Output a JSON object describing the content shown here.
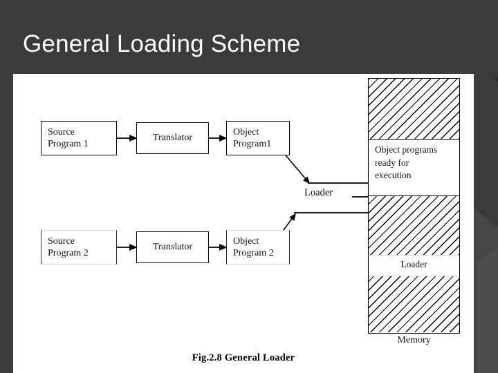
{
  "slide": {
    "title": "General Loading Scheme",
    "background_color": "#3b3b3b",
    "title_color": "#ffffff",
    "panel_color": "#ffffff"
  },
  "diagram": {
    "caption": "Fig.2.8 General Loader",
    "loader_line_label": "Loader",
    "nodes": [
      {
        "id": "source-program-1",
        "line1": "Source",
        "line2": "Program 1"
      },
      {
        "id": "translator-1",
        "line1": "Translator",
        "line2": ""
      },
      {
        "id": "object-program-1",
        "line1": "Object",
        "line2": "Program1"
      },
      {
        "id": "source-program-2",
        "line1": "Source",
        "line2": "Program 2"
      },
      {
        "id": "translator-2",
        "line1": "Translator",
        "line2": ""
      },
      {
        "id": "object-program-2",
        "line1": "Object",
        "line2": "Program 2"
      }
    ],
    "memory": {
      "caption": "Memory",
      "segments": [
        {
          "id": "mem-hatch-top",
          "kind": "hatched",
          "label": ""
        },
        {
          "id": "mem-object-programs",
          "kind": "white",
          "label_line1": "Object programs",
          "label_line2": "ready for",
          "label_line3": "execution"
        },
        {
          "id": "mem-hatch-middle",
          "kind": "hatched",
          "label": ""
        },
        {
          "id": "mem-loader",
          "kind": "white",
          "label_line1": "Loader"
        },
        {
          "id": "mem-hatch-bottom",
          "kind": "hatched",
          "label": ""
        }
      ]
    }
  }
}
